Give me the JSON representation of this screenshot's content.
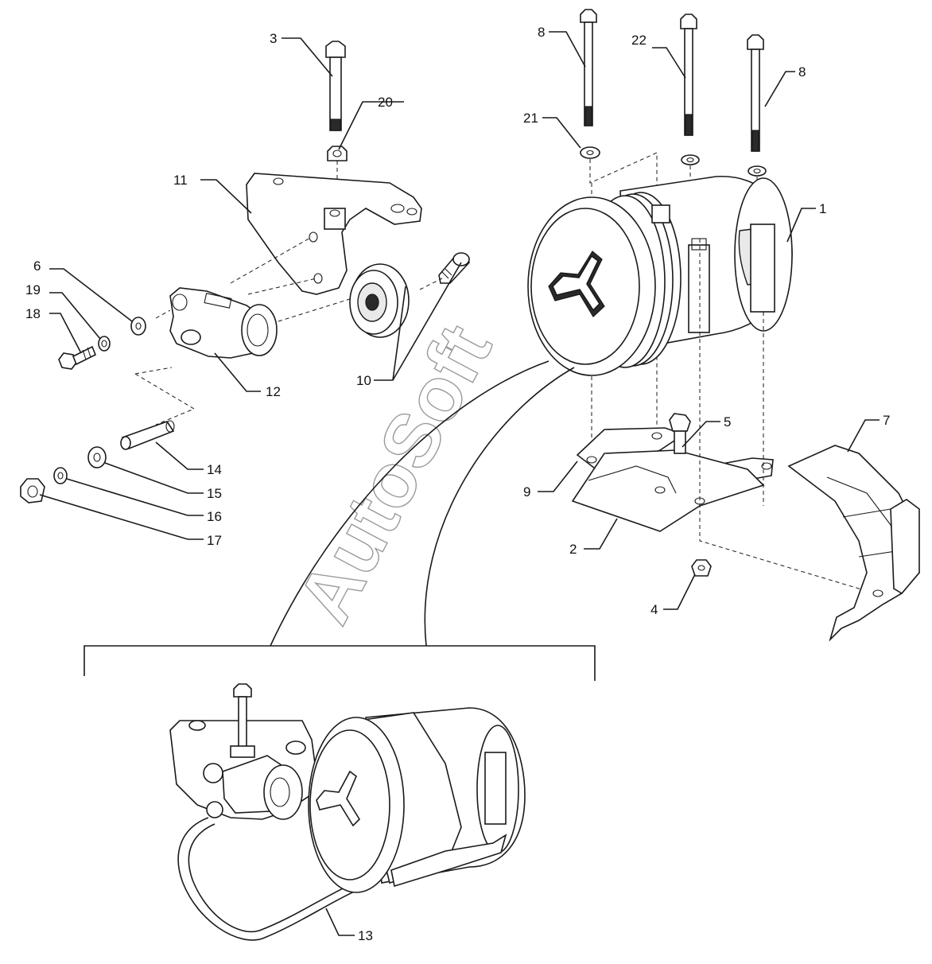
{
  "watermark": "AutoSoft",
  "callouts": {
    "c1": "1",
    "c2": "2",
    "c3": "3",
    "c4": "4",
    "c5": "5",
    "c6": "6",
    "c7": "7",
    "c8a": "8",
    "c8b": "8",
    "c9": "9",
    "c10": "10",
    "c11": "11",
    "c12": "12",
    "c13": "13",
    "c14": "14",
    "c15": "15",
    "c16": "16",
    "c17": "17",
    "c18": "18",
    "c19": "19",
    "c20": "20",
    "c21": "21",
    "c22": "22"
  }
}
